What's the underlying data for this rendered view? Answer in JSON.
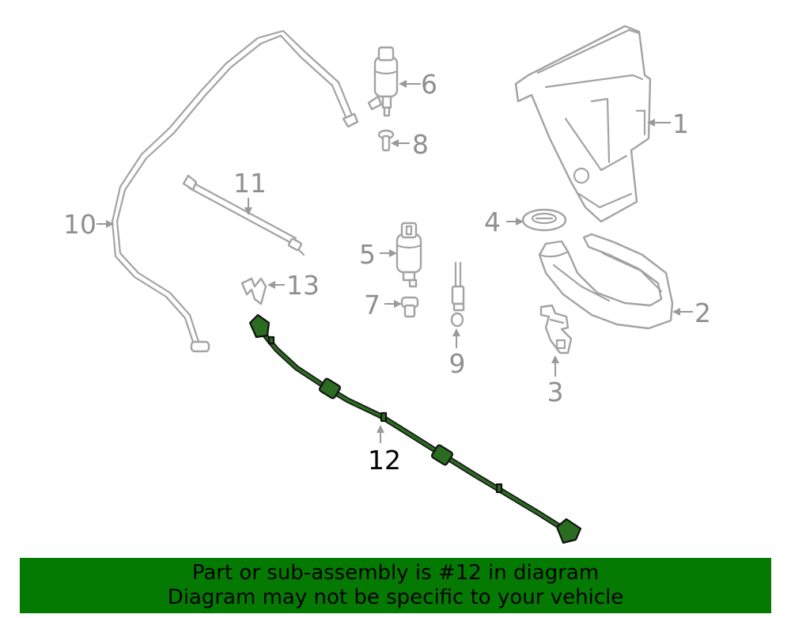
{
  "callouts": {
    "c1": "1",
    "c2": "2",
    "c3": "3",
    "c4": "4",
    "c5": "5",
    "c6": "6",
    "c7": "7",
    "c8": "8",
    "c9": "9",
    "c10": "10",
    "c11": "11",
    "c12": "12",
    "c13": "13"
  },
  "highlight_callout": "12",
  "colors": {
    "banner_bg": "#047a02",
    "highlight_part": "#2a6d20",
    "part_outline": "#a3a3a3"
  },
  "banner": {
    "line1": "Part or sub-assembly is #12 in diagram",
    "line2": "Diagram may not be specific to your vehicle"
  }
}
